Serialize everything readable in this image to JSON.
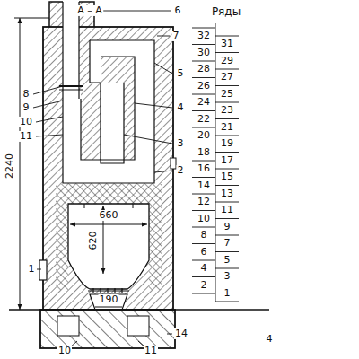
{
  "diagram": {
    "labels": [
      "А – А",
      "6",
      "7",
      "Ряды",
      "32",
      "31",
      "30",
      "29",
      "28",
      "27",
      "26",
      "25",
      "24",
      "23",
      "22",
      "21",
      "20",
      "19",
      "18",
      "17",
      "16",
      "15",
      "14",
      "13",
      "12",
      "11",
      "10",
      "9",
      "8",
      "7",
      "6",
      "5",
      "4",
      "3",
      "2",
      "1",
      "8",
      "9",
      "10",
      "11",
      "5",
      "4",
      "3",
      "2",
      "1",
      "2240",
      "660",
      "620",
      "190",
      "14",
      "10",
      "11",
      "4"
    ]
  }
}
